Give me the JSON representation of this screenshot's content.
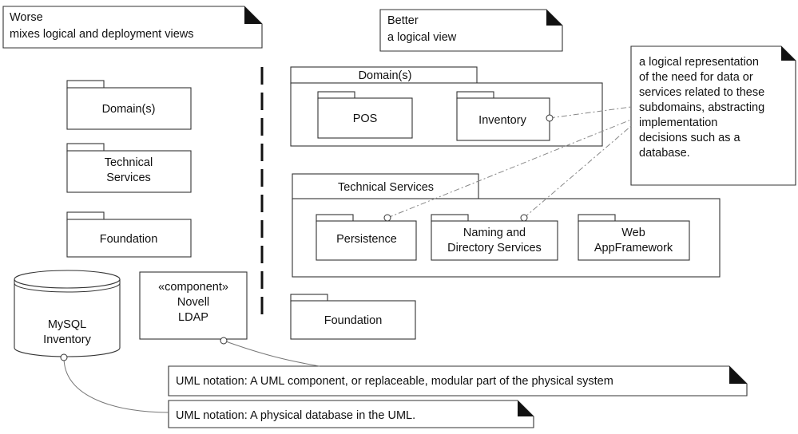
{
  "notes": {
    "worse": [
      "Worse",
      "mixes logical and deployment views"
    ],
    "better": [
      "Better",
      "a logical view"
    ],
    "logical_rep": [
      "a logical representation",
      "of the need for data or",
      "services related to these",
      "subdomains, abstracting",
      "implementation",
      "decisions such as a",
      "database."
    ],
    "uml_component": "UML notation: A UML component, or replaceable, modular part of the physical system",
    "uml_database": "UML notation: A physical database in the UML."
  },
  "left": {
    "domains": "Domain(s)",
    "technical": [
      "Technical",
      "Services"
    ],
    "foundation": "Foundation",
    "mysql": [
      "MySQL",
      "Inventory"
    ],
    "ldap": [
      "«component»",
      "Novell",
      "LDAP"
    ]
  },
  "right": {
    "domains": "Domain(s)",
    "pos": "POS",
    "inventory": "Inventory",
    "technical": "Technical Services",
    "persistence": "Persistence",
    "naming": [
      "Naming and",
      "Directory Services"
    ],
    "web": [
      "Web",
      "AppFramework"
    ],
    "foundation": "Foundation"
  }
}
